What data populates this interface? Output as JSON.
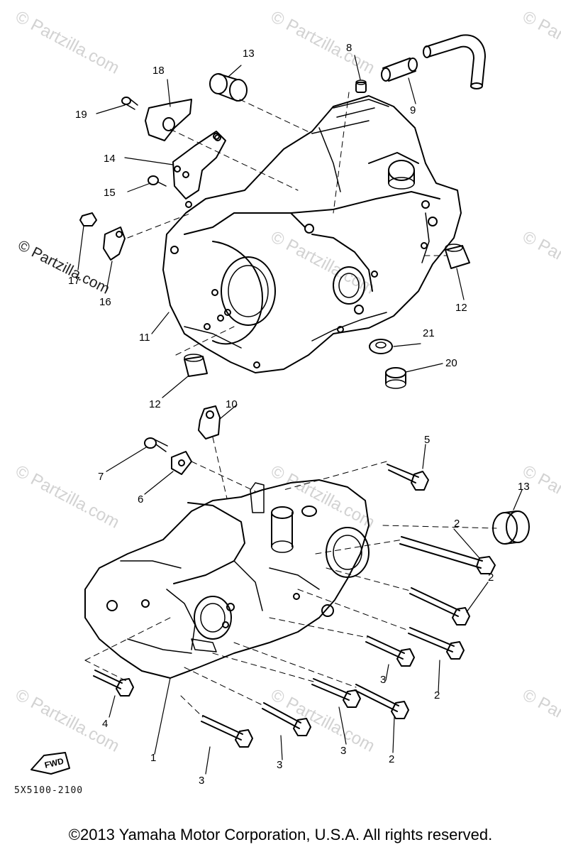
{
  "watermarks": {
    "corner": "© Partzilla.com",
    "center": "© Partzilla.com"
  },
  "diagram_code": "5X5100-2100",
  "fwd_label": "FWD",
  "copyright": "©2013  Yamaha Motor Corporation, U.S.A. All rights reserved.",
  "callouts": {
    "c1": "1",
    "c2a": "2",
    "c2b": "2",
    "c2c": "2",
    "c2d": "2",
    "c3a": "3",
    "c3b": "3",
    "c3c": "3",
    "c3d": "3",
    "c4": "4",
    "c5": "5",
    "c6": "6",
    "c7": "7",
    "c8": "8",
    "c9": "9",
    "c10": "10",
    "c11": "11",
    "c12a": "12",
    "c12b": "12",
    "c13a": "13",
    "c13b": "13",
    "c14": "14",
    "c15": "15",
    "c16": "16",
    "c17": "17",
    "c18": "18",
    "c19": "19",
    "c20": "20",
    "c21": "21"
  }
}
